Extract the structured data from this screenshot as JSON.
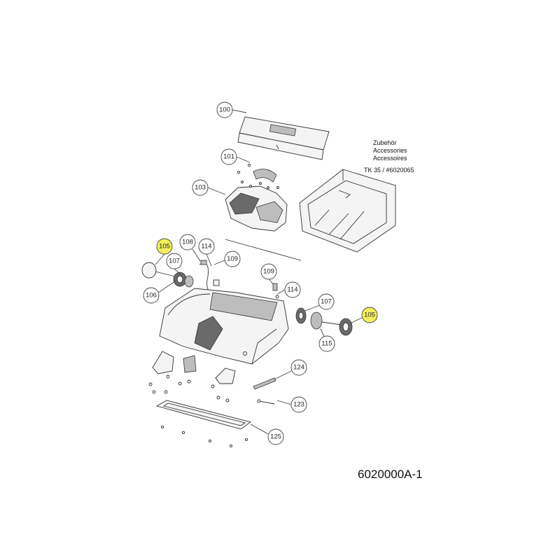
{
  "accessories": {
    "line1": "Zubehör",
    "line2": "Accessories",
    "line3": "Accessoires",
    "kit": "TK 35 / #6020065"
  },
  "document_number": "6020000A-1",
  "callouts": {
    "c100": "100",
    "c101": "101",
    "c103": "103",
    "c105a": "105",
    "c105b": "105",
    "c106": "106",
    "c107a": "107",
    "c107b": "107",
    "c108": "108",
    "c109a": "109",
    "c109b": "109",
    "c114a": "114",
    "c114b": "114",
    "c115": "115",
    "c123": "123",
    "c124": "124",
    "c125": "125"
  },
  "colors": {
    "highlight": "#f2ee5a",
    "line": "#333333"
  }
}
